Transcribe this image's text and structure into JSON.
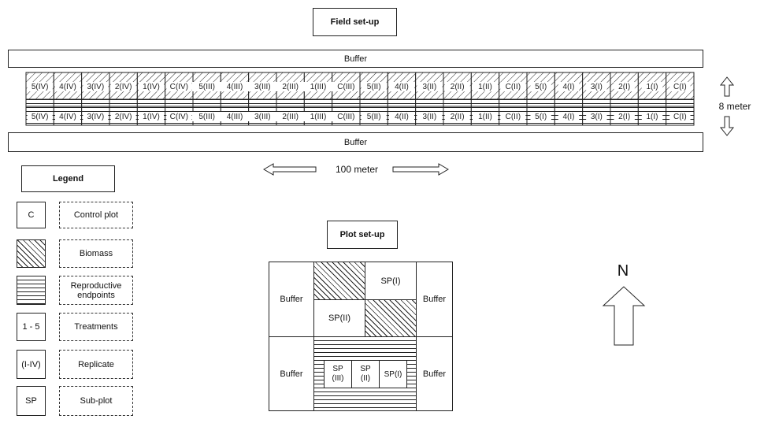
{
  "field_setup": {
    "title": "Field set-up",
    "buffer_top": "Buffer",
    "buffer_bottom": "Buffer",
    "top_row": [
      "5(IV)",
      "4(IV)",
      "3(IV)",
      "2(IV)",
      "1(IV)",
      "C(IV)",
      "5(III)",
      "4(III)",
      "3(III)",
      "2(III)",
      "1(III)",
      "C(III)",
      "5(II)",
      "4(II)",
      "3(II)",
      "2(II)",
      "1(II)",
      "C(II)",
      "5(I)",
      "4(I)",
      "3(I)",
      "2(I)",
      "1(I)",
      "C(I)"
    ],
    "bottom_row": [
      "5(IV)",
      "4(IV)",
      "3(IV)",
      "2(IV)",
      "1(IV)",
      "C(IV)",
      "5(III)",
      "4(III)",
      "3(III)",
      "2(III)",
      "1(III)",
      "C(III)",
      "5(II)",
      "4(II)",
      "3(II)",
      "2(II)",
      "1(II)",
      "C(II)",
      "5(I)",
      "4(I)",
      "3(I)",
      "2(I)",
      "1(I)",
      "C(I)"
    ],
    "width_label": "100 meter",
    "height_label": "8 meter"
  },
  "legend": {
    "title": "Legend",
    "items": [
      {
        "symbol": "C",
        "label": "Control plot"
      },
      {
        "symbol": "",
        "label": "Biomass"
      },
      {
        "symbol": "",
        "label": "Reproductive endpoints"
      },
      {
        "symbol": "1 - 5",
        "label": "Treatments"
      },
      {
        "symbol": "(I-IV)",
        "label": "Replicate"
      },
      {
        "symbol": "SP",
        "label": "Sub-plot"
      }
    ]
  },
  "plot_setup": {
    "title": "Plot set-up",
    "buffers": [
      "Buffer",
      "Buffer",
      "Buffer",
      "Buffer"
    ],
    "sp_top_right": "SP(I)",
    "sp_mid_left": "SP(II)",
    "sp_bottom": [
      "SP (III)",
      "SP (II)",
      "SP(I)"
    ]
  },
  "compass": {
    "label": "N"
  }
}
